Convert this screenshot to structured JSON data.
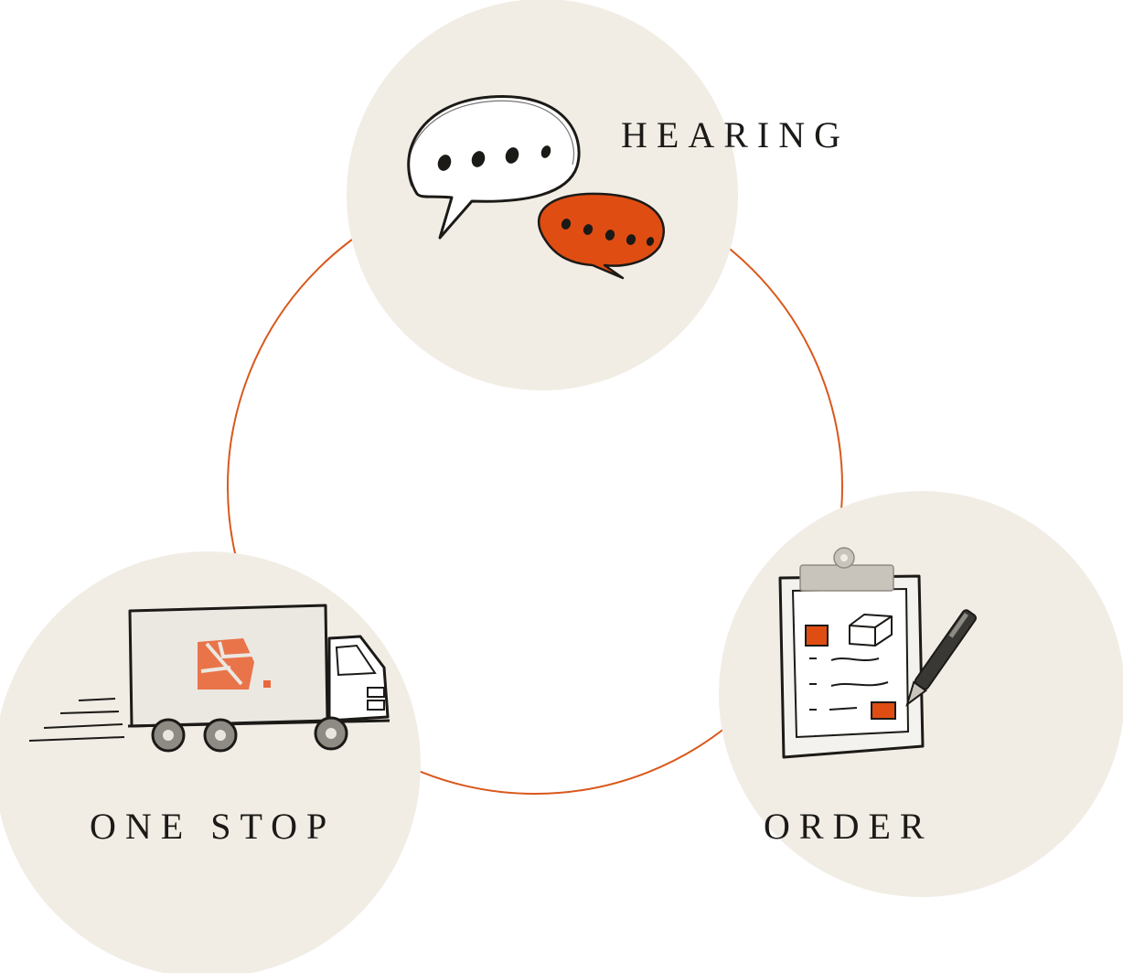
{
  "diagram": {
    "steps": [
      {
        "id": "hearing",
        "label": "HEARING",
        "icon": "speech-bubbles-icon"
      },
      {
        "id": "order",
        "label": "ORDER",
        "icon": "clipboard-order-icon"
      },
      {
        "id": "onestop",
        "label": "ONE STOP",
        "icon": "delivery-truck-icon"
      }
    ],
    "colors": {
      "accent": "#e04d13",
      "node_fill": "#f1ede5",
      "ink": "#1c1a17",
      "ring": "#d9581c"
    }
  }
}
